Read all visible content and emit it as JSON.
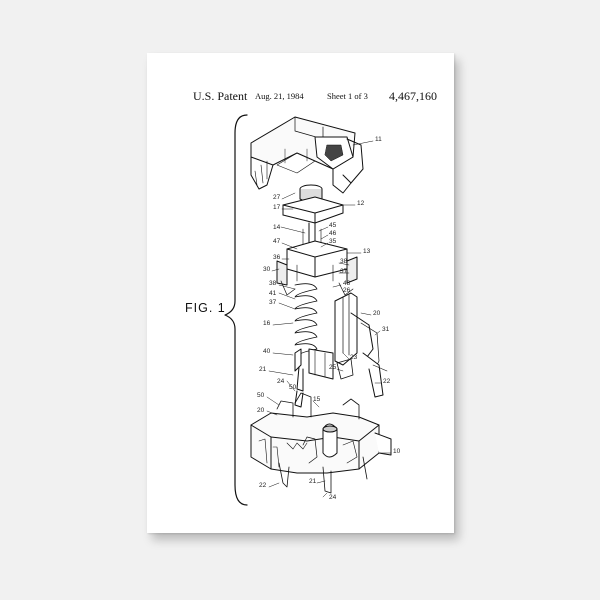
{
  "header": {
    "title": "U.S. Patent",
    "date": "Aug. 21, 1984",
    "sheet": "Sheet 1 of 3",
    "patent_number": "4,467,160"
  },
  "figure": {
    "label": "FIG. 1"
  },
  "callouts": {
    "c11": "11",
    "c12": "12",
    "c27": "27",
    "c17": "17",
    "c14": "14",
    "c45": "45",
    "c46": "46",
    "c47": "47",
    "c35": "35",
    "c13": "13",
    "c36": "36",
    "c38a": "38",
    "c37a": "37",
    "c30": "30",
    "c48": "48",
    "c26": "26",
    "c38b": "38",
    "c41": "41",
    "c37b": "37",
    "c20a": "20",
    "c31": "31",
    "c16": "16",
    "c40": "40",
    "c23": "23",
    "c25": "25",
    "c21a": "21",
    "c24a": "24",
    "c50a": "50",
    "c22a": "22",
    "c50b": "50",
    "c15": "15",
    "c20b": "20",
    "c10": "10",
    "c21b": "21",
    "c22b": "22",
    "c24b": "24"
  },
  "colors": {
    "background": "#f1f1f1",
    "canvas": "#ffffff",
    "ink": "#111111"
  }
}
